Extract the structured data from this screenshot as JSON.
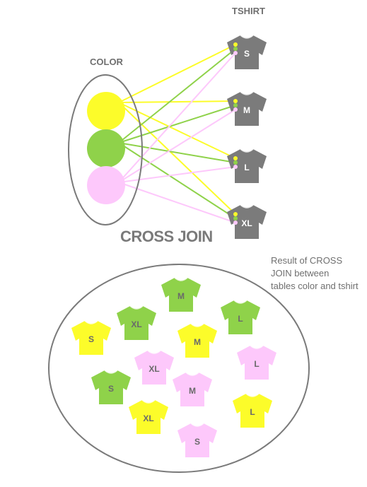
{
  "labels": {
    "color": "COLOR",
    "tshirt": "TSHIRT",
    "title": "CROSS JOIN",
    "result_lines": [
      "Result of CROSS",
      "JOIN between",
      "tables color and tshirt"
    ]
  },
  "colors": {
    "yellow": "#fcfc2a",
    "green": "#8fd24a",
    "pink": "#fdc8fb",
    "shirt_gray": "#7b7b7b",
    "outline": "#7a7a7a"
  },
  "color_table": [
    "yellow",
    "green",
    "pink"
  ],
  "tshirt_table": [
    "S",
    "M",
    "L",
    "XL"
  ],
  "result_shirts": [
    {
      "color": "green",
      "size": "M"
    },
    {
      "color": "green",
      "size": "XL"
    },
    {
      "color": "green",
      "size": "L"
    },
    {
      "color": "yellow",
      "size": "S"
    },
    {
      "color": "yellow",
      "size": "M"
    },
    {
      "color": "pink",
      "size": "L"
    },
    {
      "color": "pink",
      "size": "XL"
    },
    {
      "color": "green",
      "size": "S"
    },
    {
      "color": "pink",
      "size": "M"
    },
    {
      "color": "yellow",
      "size": "XL"
    },
    {
      "color": "yellow",
      "size": "L"
    },
    {
      "color": "pink",
      "size": "S"
    }
  ]
}
